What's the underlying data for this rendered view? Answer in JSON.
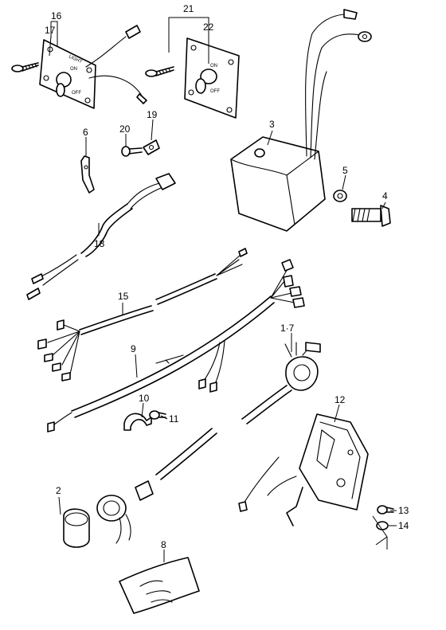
{
  "callouts": {
    "c1_7": "1·7",
    "c2": "2",
    "c3": "3",
    "c4": "4",
    "c5": "5",
    "c6": "6",
    "c8": "8",
    "c9": "9",
    "c10": "10",
    "c11": "11",
    "c12": "12",
    "c13": "13",
    "c14": "14",
    "c15": "15",
    "c16": "16",
    "c17": "17",
    "c18": "18",
    "c19": "19",
    "c20": "20",
    "c21": "21",
    "c22": "22"
  },
  "switch_plate_left": {
    "label": "LIGHT",
    "on": "ON",
    "off": "OFF"
  },
  "switch_plate_right": {
    "on": "ON",
    "off": "OFF"
  }
}
